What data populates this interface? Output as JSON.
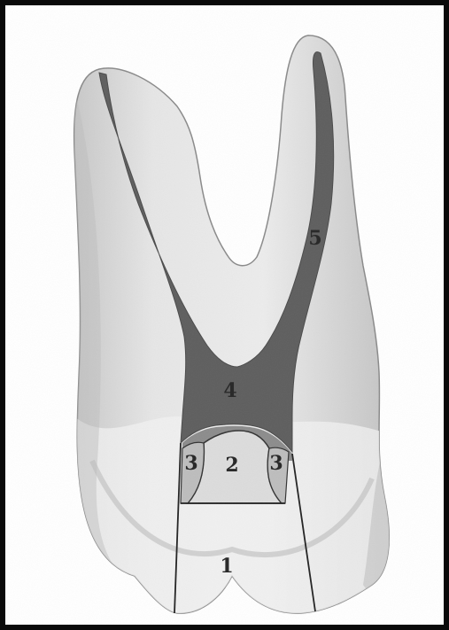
{
  "labels": {
    "region_1": "1",
    "region_2": "2",
    "region_3_left": "3",
    "region_3_right": "3",
    "region_4": "4",
    "region_5": "5"
  }
}
